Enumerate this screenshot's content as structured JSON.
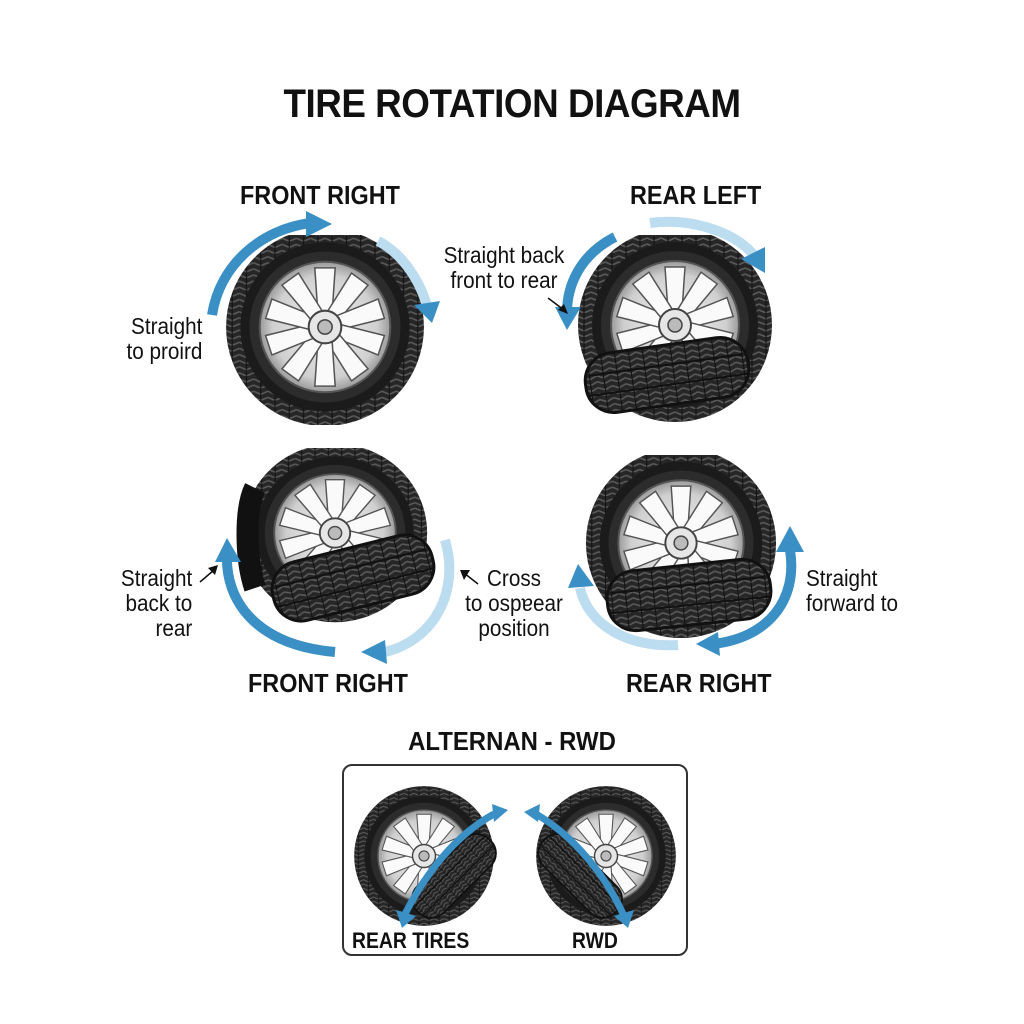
{
  "title": "TIRE ROTATION DIAGRAM",
  "positions": {
    "top_left": "FRONT RIGHT",
    "top_right": "REAR LEFT",
    "bottom_left": "FRONT RIGHT",
    "bottom_right": "REAR RIGHT"
  },
  "notes": {
    "top_left": [
      "Straight",
      "to proird"
    ],
    "top_right": [
      "Straight back",
      "front to rear"
    ],
    "bottom_left": [
      "Straight",
      "back to",
      "rear"
    ],
    "center": [
      "Cross",
      "to ospɐear",
      "position"
    ],
    "bottom_right": [
      "Straight",
      "forward to"
    ]
  },
  "alternate": {
    "heading": "ALTERNAN - RWD",
    "left_label": "REAR TIRES",
    "right_label": "RWD"
  },
  "colors": {
    "arrow": "#3a8fc4",
    "arrow_light": "#bcdcf0",
    "tire": "#1e1e1e",
    "rim": "#d6d6d6"
  }
}
